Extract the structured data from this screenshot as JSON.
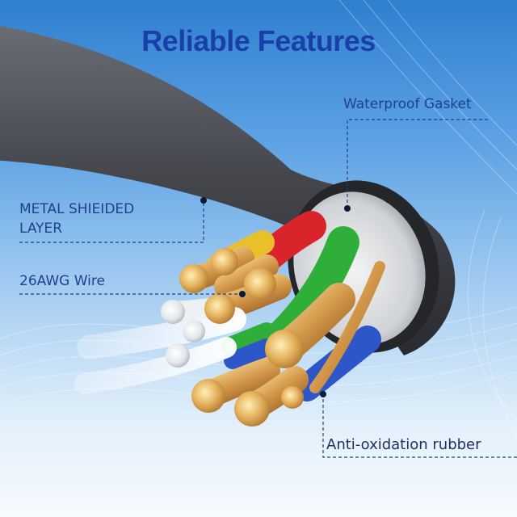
{
  "title": "Reliable Features",
  "labels": {
    "waterproof_gasket": "Waterproof Gasket",
    "metal_shielded_line1": "METAL SHIEIDED",
    "metal_shielded_line2": "LAYER",
    "wire_gauge": "26AWG Wire",
    "anti_oxidation": "Anti-oxidation rubber"
  },
  "colors": {
    "title": "#1a3fa8",
    "label_text": "#1f3f8f",
    "cable_jacket": "#3d3f44",
    "copper": "#d9a85a",
    "wire_red": "#d8242a",
    "wire_green": "#2fae3a",
    "wire_blue": "#2d57c8",
    "wire_yellow": "#e8c02c"
  }
}
